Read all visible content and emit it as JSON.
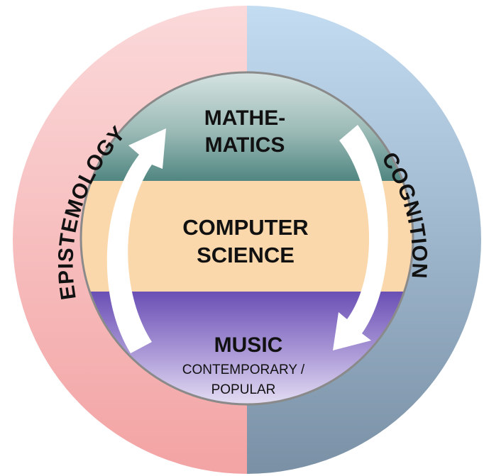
{
  "outer_ring": {
    "left_label": "EPISTEMOLOGY",
    "right_label": "COGNITION"
  },
  "bands": {
    "top": {
      "line1": "MATHE-",
      "line2": "MATICS"
    },
    "middle": {
      "line1": "COMPUTER",
      "line2": "SCIENCE"
    },
    "bottom": {
      "title": "MUSIC",
      "line1": "CONTEMPORARY /",
      "line2": "POPULAR"
    }
  },
  "colors": {
    "ring_left": "#f4a8a8",
    "ring_right": "#8fb2cf",
    "math_band": "#5b8f8a",
    "cs_band": "#fbd8ac",
    "music_band": "#7a60bc",
    "arrow": "#ffffff"
  }
}
